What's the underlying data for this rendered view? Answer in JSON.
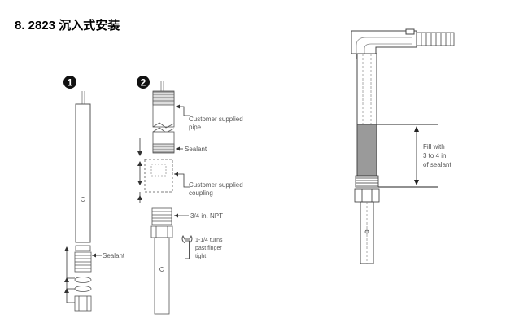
{
  "page": {
    "title": "8. 2823 沉入式安装"
  },
  "steps": [
    {
      "number": "1"
    },
    {
      "number": "2"
    }
  ],
  "labels": {
    "sealant_step1": "Sealant",
    "customer_pipe_line1": "Customer supplied",
    "customer_pipe_line2": "pipe",
    "sealant_step2": "Sealant",
    "coupling_line1": "Customer supplied",
    "coupling_line2": "coupling",
    "npt": "3/4 in. NPT",
    "turns_line1": "1-1/4 turns",
    "turns_line2": "past finger",
    "turns_line3": "tight",
    "fill_line1": "Fill with",
    "fill_line2": "3 to 4 in.",
    "fill_line3": "of sealant"
  }
}
